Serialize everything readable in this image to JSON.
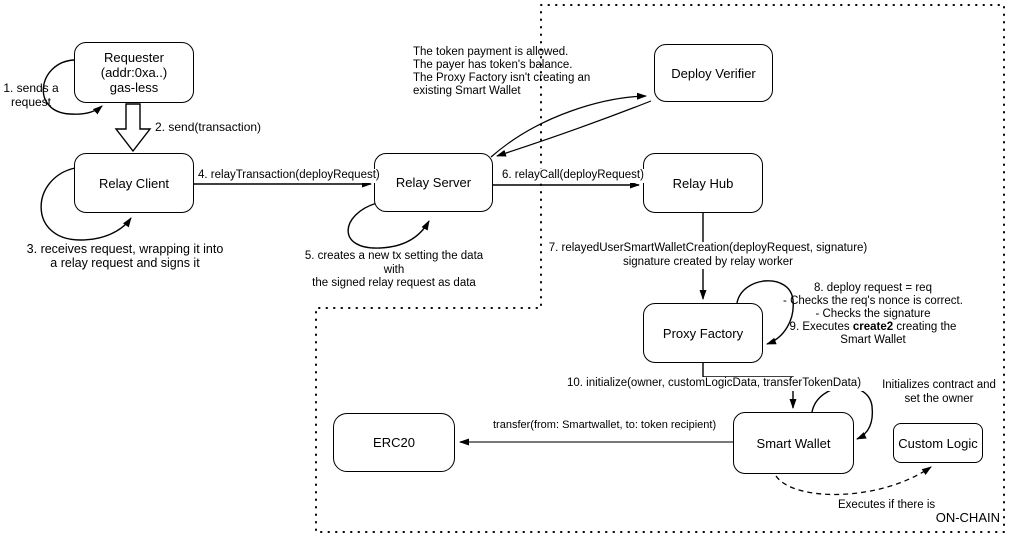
{
  "nodes": {
    "requester": {
      "title": "Requester",
      "sub1": "(addr:0xa..)",
      "sub2": "gas-less"
    },
    "relay_client": {
      "title": "Relay Client"
    },
    "relay_server": {
      "title": "Relay Server"
    },
    "deploy_verifier": {
      "title": "Deploy Verifier"
    },
    "relay_hub": {
      "title": "Relay Hub"
    },
    "proxy_factory": {
      "title": "Proxy Factory"
    },
    "smart_wallet": {
      "title": "Smart Wallet"
    },
    "erc20": {
      "title": "ERC20"
    },
    "custom_logic": {
      "title": "Custom Logic"
    }
  },
  "labels": {
    "step1": {
      "line1": "1. sends a",
      "line2": "request"
    },
    "step2": "2. send(transaction)",
    "step3": {
      "line1": "3. receives request, wrapping it into",
      "line2": "a relay request and signs it"
    },
    "step4": "4. relayTransaction(deployRequest)",
    "step5": {
      "line1": "5. creates a new tx setting the data with",
      "line2": "the signed relay request as data"
    },
    "step6": "6. relayCall(deployRequest)",
    "step7": {
      "line1": "7. relayedUserSmartWalletCreation(deployRequest, signature)",
      "line2": "signature created by relay worker"
    },
    "step8_9": {
      "line1": "8. deploy request = req",
      "line2": "- Checks the req's nonce is correct.",
      "line3": "- Checks the signature",
      "line4_prefix": "9. Executes ",
      "line4_bold": "create2",
      "line4_suffix": " creating the",
      "line5": "Smart Wallet"
    },
    "step10": "10. initialize(owner, customLogicData, transferTokenData)",
    "verifier_note": {
      "line1": "The token payment is allowed.",
      "line2": "The payer has token's balance.",
      "line3": "The Proxy Factory isn't creating an",
      "line4": "existing Smart Wallet"
    },
    "init_note": {
      "line1": "Initializes contract and",
      "line2": "set the owner"
    },
    "transfer": "transfer(from: Smartwallet, to: token recipient)",
    "executes_note": "Executes if there is",
    "onchain": "ON-CHAIN"
  },
  "colors": {
    "stroke": "#000000",
    "transfer_shaft": "#4d4d4d",
    "background": "#ffffff"
  }
}
